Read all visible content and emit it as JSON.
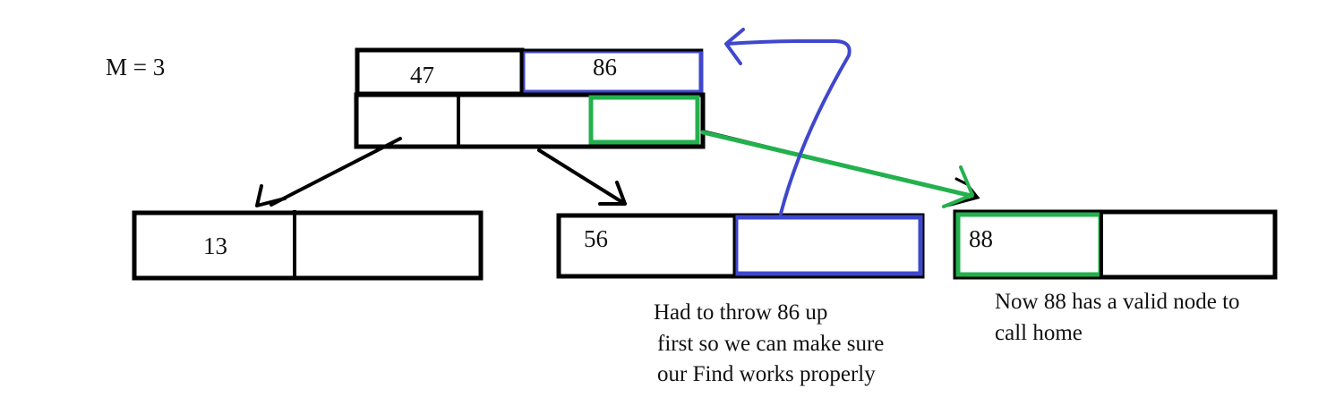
{
  "title_label": "M = 3",
  "colors": {
    "black": "#000000",
    "blue": "#3f48cc",
    "green": "#22b14c",
    "text": "#111111"
  },
  "root_node": {
    "keys": [
      "47",
      "86"
    ],
    "highlighted_key_index": 1,
    "child_pointers": 3,
    "highlighted_pointer_index": 2
  },
  "left_child": {
    "keys": [
      "13",
      ""
    ]
  },
  "middle_child": {
    "keys": [
      "56",
      ""
    ],
    "highlighted_slot_index": 1
  },
  "right_child": {
    "keys": [
      "88",
      ""
    ],
    "highlighted_slot_index": 0
  },
  "annotations": {
    "middle_note": [
      "Had to throw 86 up",
      "first so we can make sure",
      "our Find works properly"
    ],
    "right_note": [
      "Now 88 has a valid node to",
      "call home"
    ]
  },
  "arrows": [
    {
      "from": "root_pointer_0",
      "to": "left_child",
      "color": "black"
    },
    {
      "from": "root_pointer_1",
      "to": "middle_child",
      "color": "black"
    },
    {
      "from": "root_pointer_2",
      "to": "right_child",
      "color": "green"
    },
    {
      "from": "middle_child_slot_1",
      "to": "root_key_1",
      "color": "blue"
    }
  ]
}
